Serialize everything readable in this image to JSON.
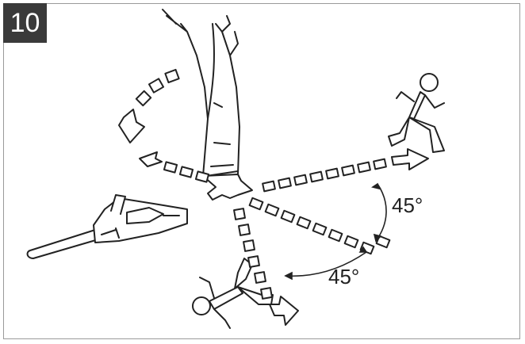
{
  "figure": {
    "number": "10"
  },
  "angles": {
    "upper": "45°",
    "lower": "45°"
  },
  "colors": {
    "ink": "#222222",
    "badge": "#3a3a3a",
    "border": "#9a9a9a"
  },
  "icons": [
    "tree-icon",
    "chainsaw-icon",
    "running-person-icon",
    "falling-arrow-icon"
  ]
}
